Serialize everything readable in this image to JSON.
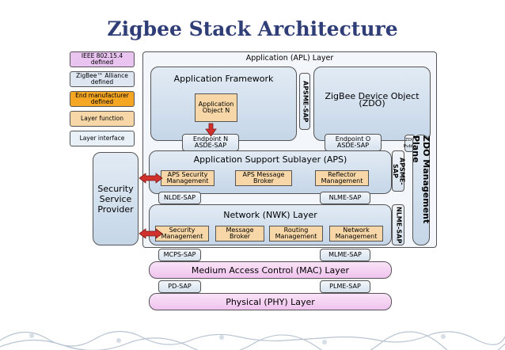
{
  "slide": {
    "title": "Zigbee Stack Architecture"
  },
  "legend": [
    {
      "label": "IEEE 802.15.4 defined",
      "color": "#e9c4f0"
    },
    {
      "label": "ZigBee™ Alliance defined",
      "color": "#dde6f1"
    },
    {
      "label": "End manufacturer defined",
      "color": "#f5a623"
    },
    {
      "label": "Layer function",
      "color": "#f7d7a8"
    },
    {
      "label": "Layer interface",
      "color": "#e8f0f8"
    }
  ],
  "apl": {
    "title": "Application (APL) Layer",
    "framework": "Application Framework",
    "app_object": "Application Object N",
    "apsme_sap_vertical": "APSME-SAP",
    "zdo": "ZigBee Device Object (ZDO)",
    "endpoint_n": "Endpoint N ASDE-SAP",
    "endpoint_0": "Endpoint O ASDE-SAP"
  },
  "aps": {
    "title": "Application Support Sublayer (APS)",
    "security": "APS Security Management",
    "broker": "APS Message Broker",
    "reflector": "Reflector Management",
    "apsme_sap": "APSME-SAP"
  },
  "nwk_saps": {
    "nlde": "NLDE-SAP",
    "nlme": "NLME-SAP",
    "nlme_vertical": "NLME-SAP"
  },
  "nwk": {
    "title": "Network (NWK) Layer",
    "security": "Security Management",
    "broker": "Message Broker",
    "routing": "Routing Management",
    "network": "Network Management"
  },
  "security_provider": "Security Service Provider",
  "mgmt_plane": "ZDO Management Plane",
  "zdo_public": "ZDO Public",
  "mac_saps": {
    "mcps": "MCPS-SAP",
    "mlme": "MLME-SAP"
  },
  "mac": "Medium Access Control (MAC) Layer",
  "phy_saps": {
    "pd": "PD-SAP",
    "plme": "PLME-SAP"
  },
  "phy": "Physical (PHY) Layer"
}
